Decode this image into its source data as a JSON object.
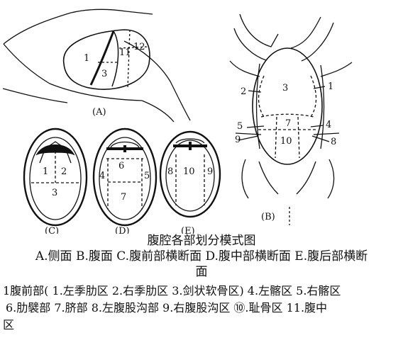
{
  "figure": {
    "panels": {
      "A": {
        "label": "(A)",
        "regions": [
          "1",
          "3",
          "11",
          "12"
        ]
      },
      "B": {
        "label": "(B)",
        "regions": [
          "3",
          "2",
          "1",
          "5",
          "7",
          "4",
          "9",
          "10",
          "8"
        ]
      },
      "C": {
        "label": "(C)",
        "regions": [
          "1",
          "2",
          "3"
        ]
      },
      "D": {
        "label": "(D)",
        "regions": [
          "6",
          "4",
          "5",
          "7"
        ]
      },
      "E": {
        "label": "(E)",
        "regions": [
          "8",
          "10",
          "9"
        ]
      }
    }
  },
  "caption": {
    "title": "腹腔各部划分模式图",
    "line1": "A.侧面 B.腹面 C.腹前部横断面 D.腹中部横断面 E.腹后部横断",
    "line2": "面"
  },
  "legend": {
    "line1": "1腹前部( 1.左季肋区 2.右季肋区 3.剑状软骨区) 4.左髂区 5.右髂区",
    "line2": "6.肋襞部 7.脐部 8.左腹股沟部 9.右腹股沟区 ⑩.耻骨区 11.腹中",
    "line3": "区"
  }
}
